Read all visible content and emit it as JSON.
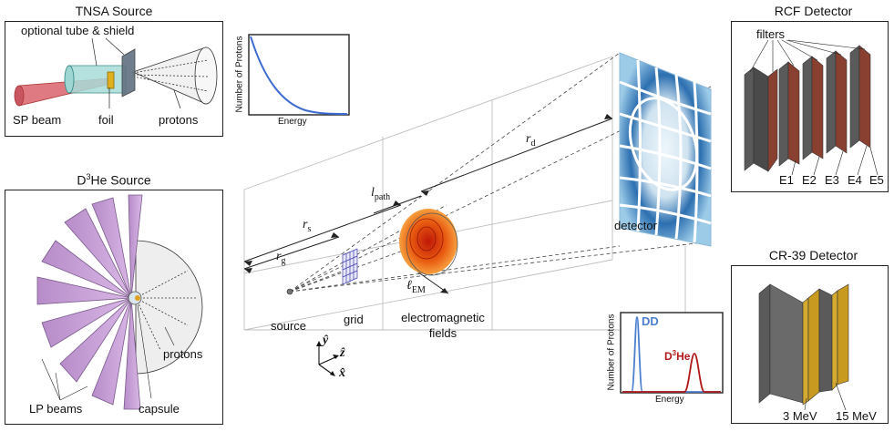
{
  "tnsa": {
    "title": "TNSA Source",
    "tube_label": "optional tube & shield",
    "beam_label": "SP beam",
    "foil_label": "foil",
    "protons_label": "protons"
  },
  "d3he": {
    "title_pre": "D",
    "title_sup": "3",
    "title_post": "He Source",
    "protons_label": "protons",
    "beams_label": "LP beams",
    "capsule_label": "capsule"
  },
  "spectrum_top": {
    "ylabel": "Number of Protons",
    "xlabel": "Energy"
  },
  "spectrum_bottom": {
    "ylabel": "Number of Protons",
    "xlabel": "Energy",
    "dd_label": "DD",
    "d3he_pre": "D",
    "d3he_sup": "3",
    "d3he_post": "He",
    "dd_color": "#4a7fd0",
    "d3he_color": "#b01818"
  },
  "center": {
    "rd_base": "r",
    "rd_sub": "d",
    "lpath_base": "l",
    "lpath_sub": "path",
    "rs_base": "r",
    "rs_sub": "s",
    "rg_base": "r",
    "rg_sub": "g",
    "lem_base": "ℓ",
    "lem_sub": "EM",
    "source_label": "source",
    "grid_label": "grid",
    "fields_label": "electromagnetic fields",
    "detector_label": "detector",
    "axis_y": "ŷ",
    "axis_z": "ẑ",
    "axis_x": "x̂"
  },
  "rcf": {
    "title": "RCF Detector",
    "filters_label": "filters",
    "energies": [
      "E1",
      "E2",
      "E3",
      "E4",
      "E5"
    ]
  },
  "cr39": {
    "title": "CR-39 Detector",
    "energy_low": "3 MeV",
    "energy_high": "15 MeV"
  }
}
